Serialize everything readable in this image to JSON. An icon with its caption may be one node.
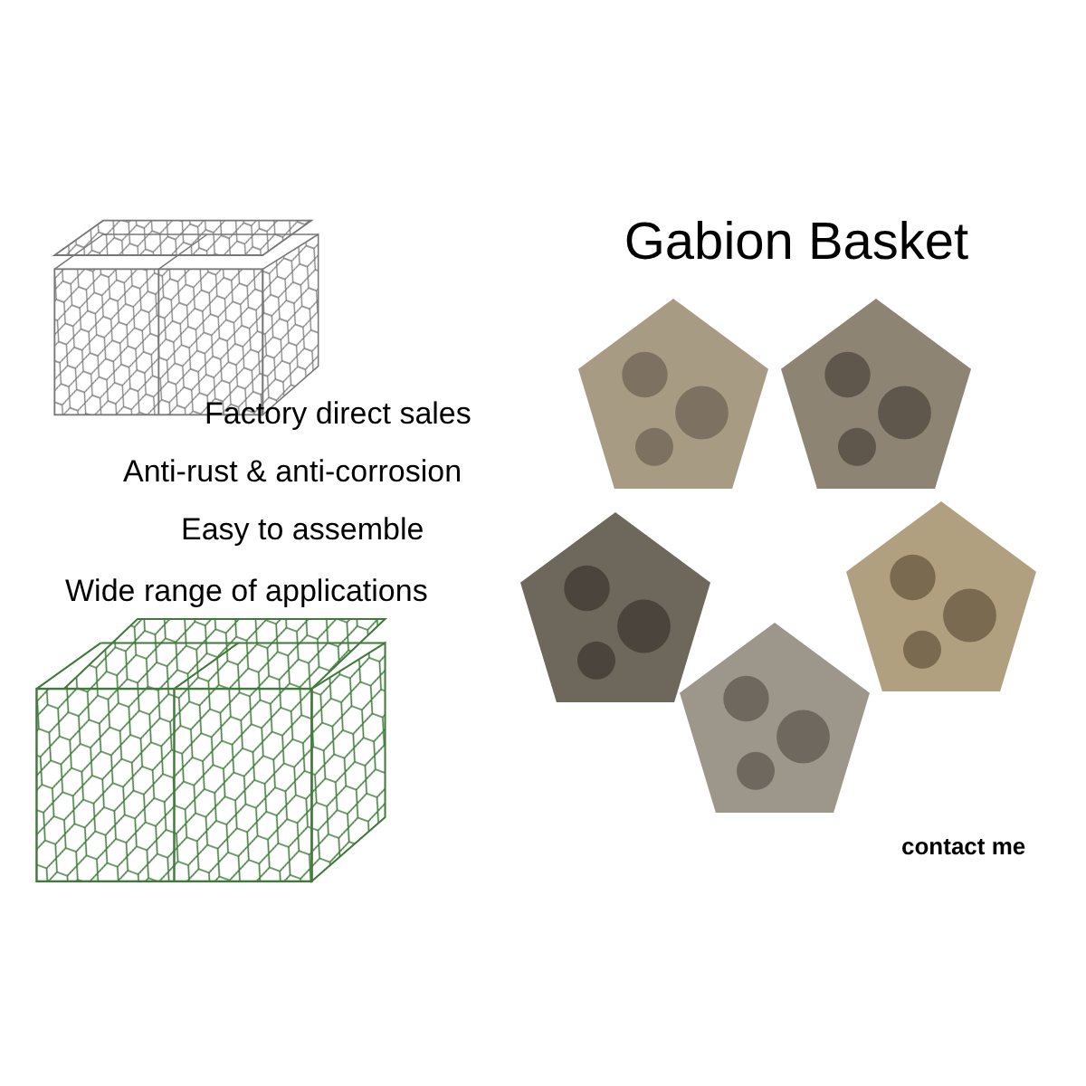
{
  "diagram": {
    "title": "Gabion Basket",
    "labels": [
      "Factory direct sales",
      "Anti-rust & anti-corrosion",
      "Easy to assemble",
      "Wide range of applications",
      "contact me"
    ]
  }
}
